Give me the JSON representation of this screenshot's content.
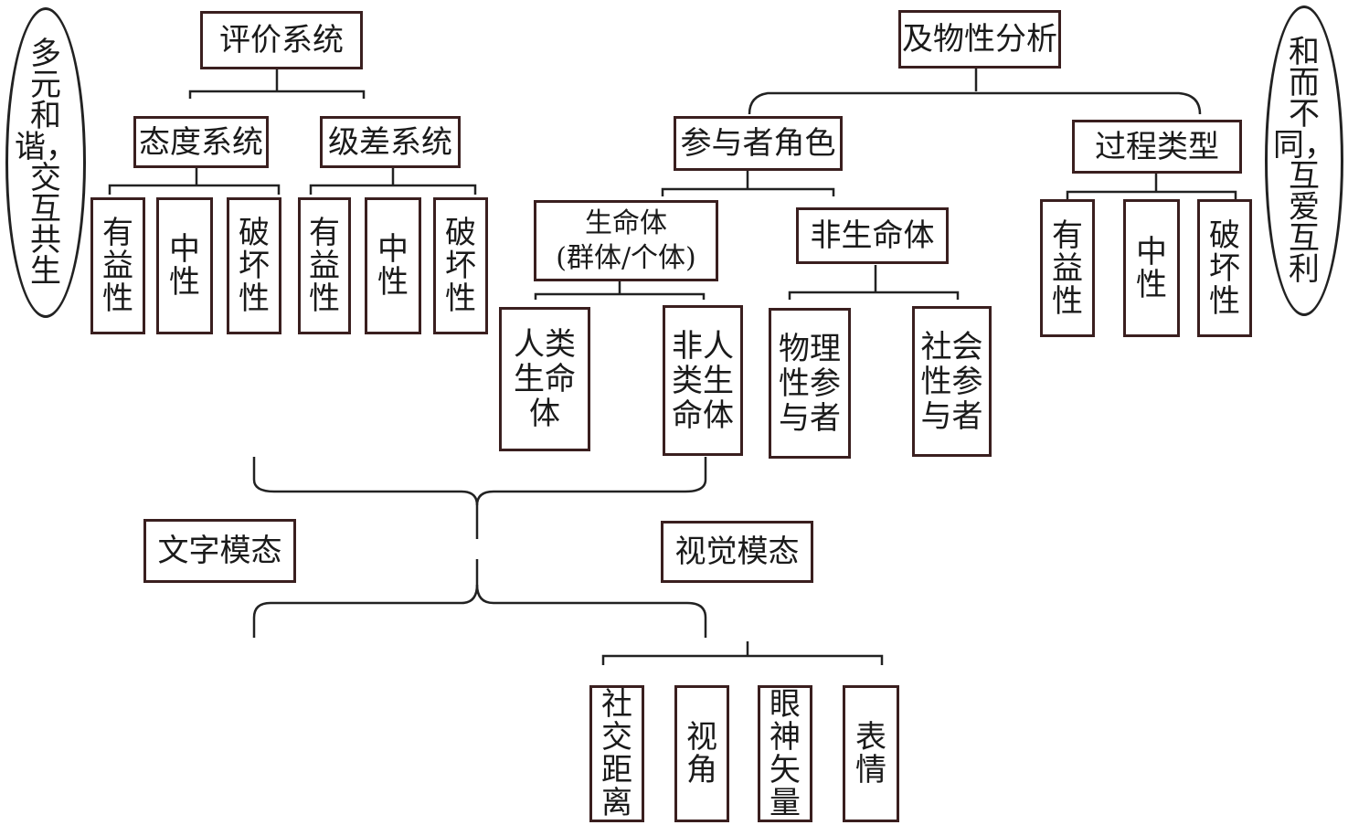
{
  "left_oval": "多\n元\n和\n谐，\n交\n互\n共\n生",
  "right_oval": "和\n而\n不\n同，\n互\n爱\n互\n利",
  "appraisal": {
    "title": "评价系统",
    "attitude": "态度系统",
    "graduation": "级差系统",
    "attitude_children": [
      "有\n益\n性",
      "中\n性",
      "破\n坏\n性"
    ],
    "graduation_children": [
      "有\n益\n性",
      "中\n性",
      "破\n坏\n性"
    ]
  },
  "transitivity": {
    "title": "及物性分析",
    "participant": "参与者角色",
    "process": "过程类型",
    "process_children": [
      "有\n益\n性",
      "中\n性",
      "破\n坏\n性"
    ],
    "living": "生命体\n(群体/个体)",
    "nonliving": "非生命体",
    "human": "人类\n生命\n体",
    "nonhuman": "非人\n类生\n命体",
    "physical": "物理\n性参\n与者",
    "social": "社会\n性参\n与者"
  },
  "modes": {
    "text": "文字模态",
    "visual": "视觉模态"
  },
  "visual_children": [
    "社\n交\n距\n离",
    "视\n角",
    "眼\n神\n矢\n量",
    "表\n情"
  ]
}
